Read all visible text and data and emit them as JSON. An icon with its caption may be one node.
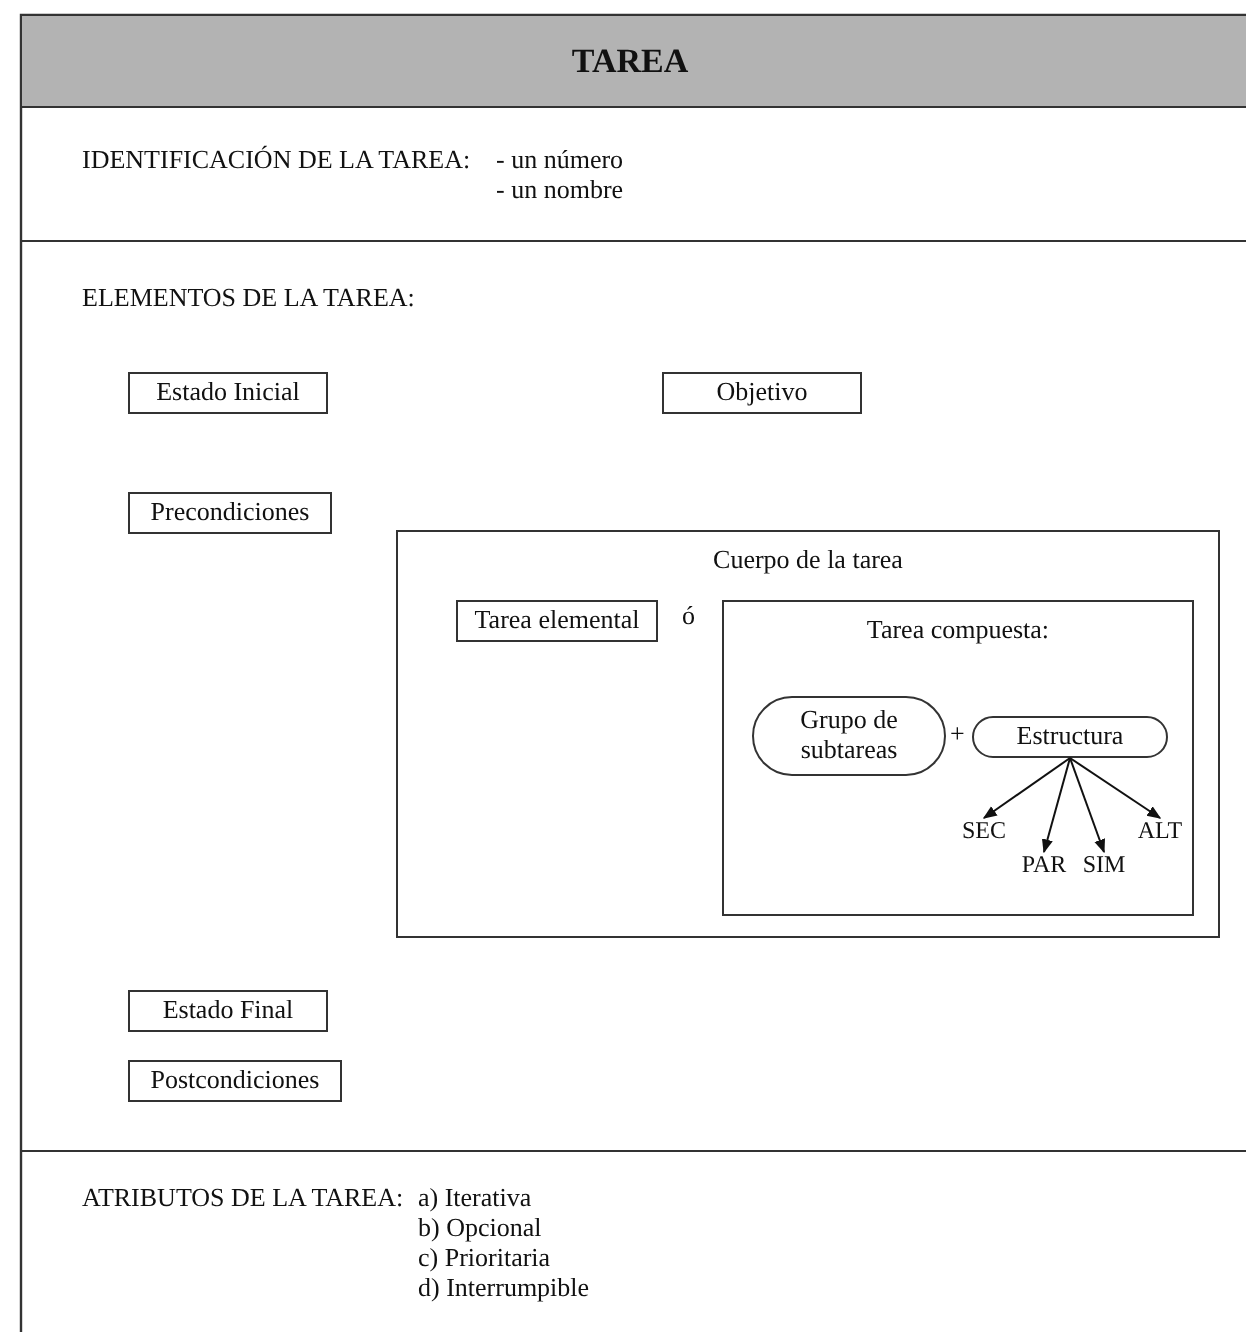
{
  "diagram": {
    "title": "TAREA",
    "nodes": [
      {
        "text": [
          "Estado Inicial"
        ]
      },
      {
        "text": [
          "Objetivo"
        ]
      },
      {
        "text": [
          "Precondiciones"
        ]
      },
      {
        "text": [
          "Cuerpo de la tarea"
        ]
      },
      {
        "text": [
          "Tarea elemental"
        ],
        "in": 3
      },
      {
        "text": [
          "Tarea compuesta:"
        ],
        "in": 3
      },
      {
        "text": [
          "Grupo de subtareas"
        ],
        "in": 5
      },
      {
        "text": [
          "Estructura"
        ],
        "in": 5
      },
      {
        "text": [
          "SEC"
        ],
        "in": 5
      },
      {
        "text": [
          "PAR"
        ],
        "in": 5
      },
      {
        "text": [
          "SIM"
        ],
        "in": 5
      },
      {
        "text": [
          "ALT"
        ],
        "in": 5
      },
      {
        "text": [
          "Estado Final"
        ]
      },
      {
        "text": [
          "Postcondiciones"
        ]
      }
    ],
    "edges": [
      {
        "from": 7,
        "to": 8,
        "arrow": "to"
      },
      {
        "from": 7,
        "to": 9,
        "arrow": "to"
      },
      {
        "from": 7,
        "to": 10,
        "arrow": "to"
      },
      {
        "from": 7,
        "to": 11,
        "arrow": "to"
      }
    ],
    "labels": [
      "IDENTIFICACIÓN DE LA TAREA:",
      "- un número",
      "- un nombre",
      "ELEMENTOS DE LA TAREA:",
      "ó",
      "+",
      "ATRIBUTOS DE LA TAREA:",
      "a) Iterativa",
      "b) Opcional",
      "c) Prioritaria",
      "d) Interrumpible"
    ]
  }
}
